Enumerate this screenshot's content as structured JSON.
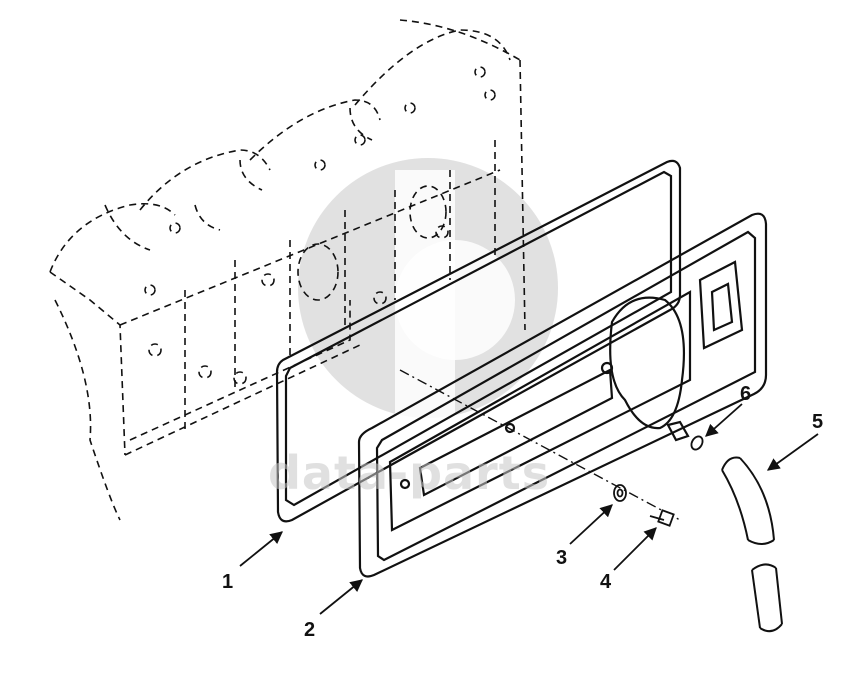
{
  "callouts": {
    "c1": "1",
    "c2": "2",
    "c3": "3",
    "c4": "4",
    "c5": "5",
    "c6": "6"
  },
  "watermark": "data-parts",
  "colors": {
    "line": "#111111",
    "watermark": "#bdbdbd"
  }
}
